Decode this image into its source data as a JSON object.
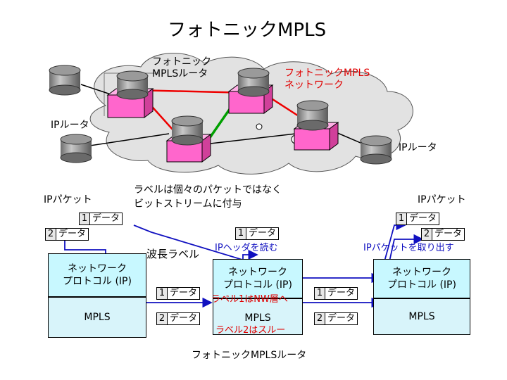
{
  "title": "フォトニックMPLS",
  "network": {
    "photonic_router_label": "フォトニック\nMPLSルータ",
    "photonic_network_label": "フォトニックMPLS\nネットワーク",
    "ip_router_left": "IPルータ",
    "ip_router_right": "IPルータ"
  },
  "note": "ラベルは個々のパケットではなく\nビットストリームに付与",
  "left": {
    "heading": "IPパケット",
    "packets": [
      {
        "num": "1",
        "text": "データ"
      },
      {
        "num": "2",
        "text": "データ"
      }
    ],
    "layer_top": "ネットワーク\nプロトコル (IP)",
    "layer_bottom": "MPLS"
  },
  "middle": {
    "wave_label": "波長ラベル",
    "packet_top": {
      "num": "1",
      "text": "データ"
    },
    "packet_left1": {
      "num": "1",
      "text": "データ"
    },
    "packet_left2": {
      "num": "2",
      "text": "データ"
    },
    "read_header": "IPヘッダを読む",
    "layer_top": "ネットワーク\nプロトコル (IP)",
    "label1_to_nw": "ラベル1はNW層へ",
    "layer_bottom": "MPLS",
    "label2_through": "ラベル2はスルー",
    "caption": "フォトニックMPLSルータ"
  },
  "right": {
    "heading": "IPパケット",
    "packets": [
      {
        "num": "1",
        "text": "データ"
      },
      {
        "num": "2",
        "text": "データ"
      }
    ],
    "mid_packet1": {
      "num": "1",
      "text": "データ"
    },
    "mid_packet2": {
      "num": "2",
      "text": "データ"
    },
    "extract": "IPパケットを取り出す",
    "layer_top": "ネットワーク\nプロトコル (IP)",
    "layer_bottom": "MPLS"
  },
  "colors": {
    "cloud": "#e2e2e2",
    "router_gray": "#9a9a9a",
    "switch_pink": "#ff66cc",
    "stack_top": "#c8f8ff",
    "stack_bottom": "#d8f4fa",
    "red_line": "#ee0000",
    "green_line": "#00a000",
    "blue_line": "#1010c0"
  }
}
